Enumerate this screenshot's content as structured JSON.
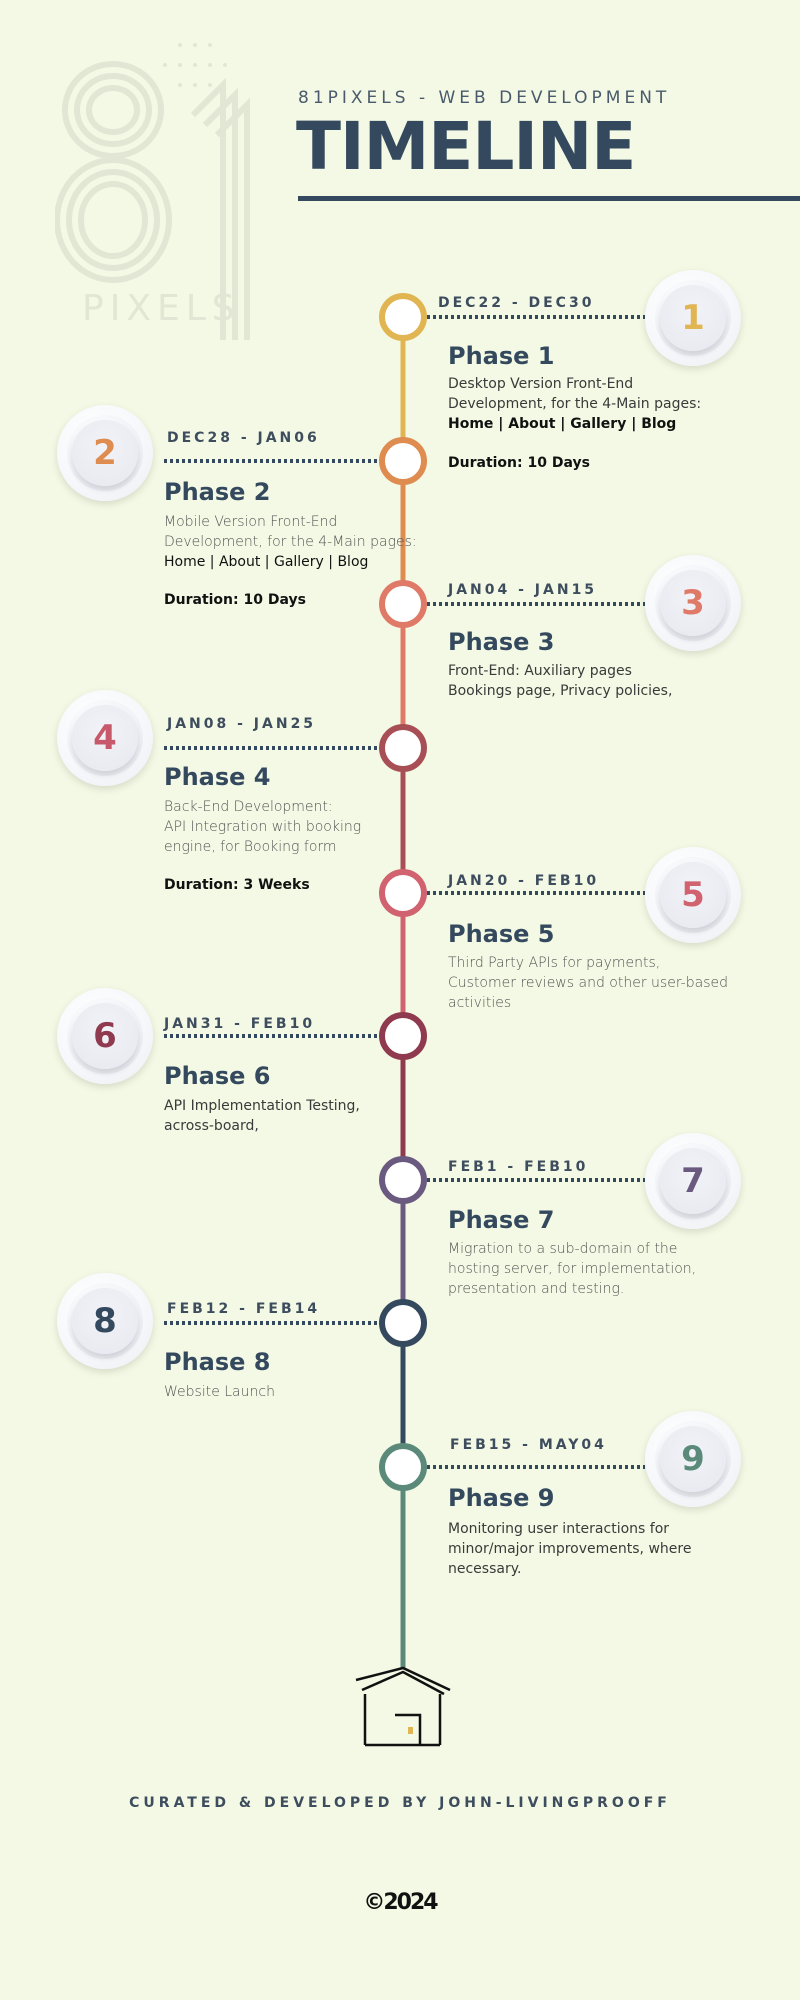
{
  "header": {
    "subtitle": "81PIXELS - WEB DEVELOPMENT",
    "title": "TIMELINE",
    "logo_text": "PIXELS",
    "logo_number": "81"
  },
  "phases": [
    {
      "number": "1",
      "date": "DEC22 - DEC30",
      "title": "Phase 1",
      "lines": [
        "Desktop Version Front-End",
        "Development, for the 4-Main pages:"
      ],
      "pages": "Home | About | Gallery | Blog",
      "duration": "Duration: 10 Days",
      "color": "#e0b552"
    },
    {
      "number": "2",
      "date": "DEC28 - JAN06",
      "title": "Phase 2",
      "lines": [
        "Mobile Version Front-End",
        "Development, for the 4-Main pages:"
      ],
      "pages": "Home | About | Gallery | Blog",
      "duration": "Duration: 10 Days",
      "color": "#de8c4f"
    },
    {
      "number": "3",
      "date": "JAN04 - JAN15",
      "title": "Phase 3",
      "lines": [
        "Front-End: Auxiliary pages",
        "Bookings page, Privacy policies,"
      ],
      "color": "#e07a68"
    },
    {
      "number": "4",
      "date": "JAN08 - JAN25",
      "title": "Phase 4",
      "lines": [
        "Back-End Development:",
        "API Integration with booking",
        "engine, for Booking form"
      ],
      "duration": "Duration: 3 Weeks",
      "color": "#a84f55"
    },
    {
      "number": "5",
      "date": "JAN20 - FEB10",
      "title": "Phase 5",
      "lines": [
        "Third Party APIs for payments,",
        "Customer reviews and other user-based",
        "activities"
      ],
      "color": "#d0636f"
    },
    {
      "number": "6",
      "date": "JAN31 - FEB10",
      "title": "Phase 6",
      "lines": [
        "API Implementation Testing,",
        "across-board,"
      ],
      "color": "#8f3a4e"
    },
    {
      "number": "7",
      "date": "FEB1 - FEB10",
      "title": "Phase 7",
      "lines": [
        "Migration to a sub-domain of the",
        "hosting server, for implementation,",
        "presentation and testing."
      ],
      "color": "#6b5a80"
    },
    {
      "number": "8",
      "date": "FEB12 - FEB14",
      "title": "Phase 8",
      "lines": [
        "Website Launch"
      ],
      "color": "#34495e"
    },
    {
      "number": "9",
      "date": "FEB15 - MAY04",
      "title": "Phase 9",
      "lines": [
        "Monitoring user interactions for",
        "minor/major improvements, where",
        "necessary."
      ],
      "color": "#5b8a7a"
    }
  ],
  "footer": {
    "credit": "CURATED & DEVELOPED BY JOHN-LIVINGPROOFF",
    "copyright": "©2024"
  }
}
